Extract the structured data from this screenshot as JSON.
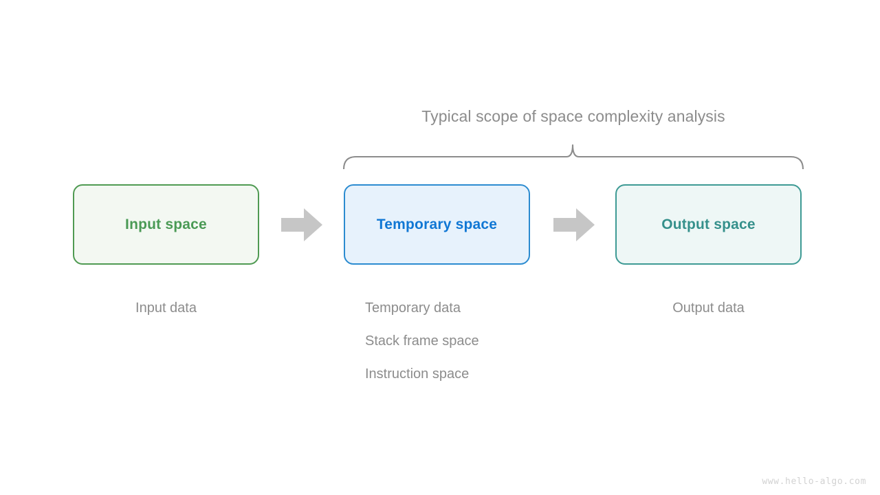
{
  "diagram": {
    "scope_title": "Typical scope of space complexity analysis",
    "watermark": "www.hello-algo.com",
    "colors": {
      "input_border": "#4f9a52",
      "input_fill": "#f3f8f2",
      "input_text": "#4a9a55",
      "temp_border": "#2b8bd0",
      "temp_fill": "#e7f2fc",
      "temp_text": "#1077d4",
      "output_border": "#3d9a94",
      "output_fill": "#eef7f6",
      "output_text": "#35908b",
      "arrow": "#c6c6c6",
      "brace": "#8c8c8c",
      "caption_text": "#8c8c8c",
      "background": "#ffffff"
    },
    "stages": [
      {
        "id": "input",
        "label": "Input space",
        "captions": [
          "Input data"
        ]
      },
      {
        "id": "temporary",
        "label": "Temporary space",
        "captions": [
          "Temporary data",
          "Stack frame space",
          "Instruction space"
        ]
      },
      {
        "id": "output",
        "label": "Output space",
        "captions": [
          "Output data"
        ]
      }
    ],
    "arrows": [
      {
        "id": "input-to-temporary",
        "glyph": "block-arrow-right"
      },
      {
        "id": "temporary-to-output",
        "glyph": "block-arrow-right"
      }
    ]
  }
}
